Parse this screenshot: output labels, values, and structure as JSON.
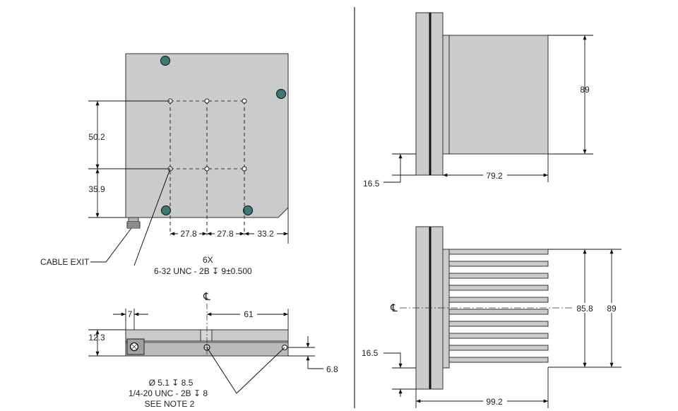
{
  "colors": {
    "part_fill": "#c9cbcc",
    "line": "#111111",
    "mount_hole": "#3e7a72"
  },
  "top_view": {
    "dim_vertical_upper": "50.2",
    "dim_vertical_lower": "35.9",
    "dim_horizontal_1": "27.8",
    "dim_horizontal_2": "27.8",
    "dim_horizontal_3": "33.2",
    "cable_exit_label": "CABLE EXIT",
    "hole_note_count": "6X",
    "hole_note_spec": "6-32 UNC - 2B ↧ 9±0.500"
  },
  "front_view": {
    "centerline_symbol": "℄",
    "dim_left": "7",
    "dim_right": "61",
    "dim_height": "12.3",
    "dim_offset": "6.8",
    "hole_note_line1": "Ø 5.1 ↧ 8.5",
    "hole_note_line2": "1/4-20 UNC - 2B ↧ 8",
    "hole_note_line3": "SEE NOTE 2"
  },
  "side_view_top": {
    "dim_height": "89",
    "dim_offset": "16.5",
    "dim_depth": "79.2"
  },
  "side_view_bottom": {
    "centerline_symbol": "℄",
    "dim_inner_height": "85.8",
    "dim_outer_height": "89",
    "dim_offset": "16.5",
    "dim_depth": "99.2"
  }
}
